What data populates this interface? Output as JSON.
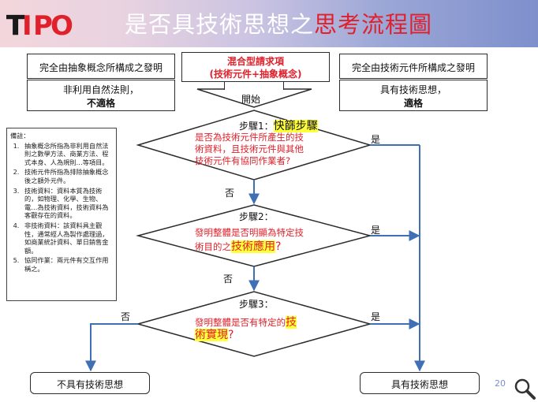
{
  "header": {
    "logo_text": "TIPO",
    "title_main": "是否具技術思想之",
    "title_highlight": "思考流程圖"
  },
  "top_boxes": {
    "left_title": "完全由抽象概念所構成之發明",
    "left_line1": "非利用自然法則，",
    "left_line2": "不適格",
    "center_line1": "混合型請求項",
    "center_line2": "(技術元件+抽象概念)",
    "right_title": "完全由技術元件所構成之發明",
    "right_line1": "具有技術思想，",
    "right_line2": "適格"
  },
  "start_label": "開始",
  "steps": [
    {
      "label": "步驟1：",
      "tag": "快篩步驟",
      "question": [
        "是否為技術元件所產生的技",
        "術資料，且技術元件與其他",
        "技術元件有協同作業者?"
      ]
    },
    {
      "label": "步驟2：",
      "question_plain": [
        "發明整體是否明顯為特定技",
        "術目的之"
      ],
      "question_tag": "技術應用",
      "question_end": "?"
    },
    {
      "label": "步驟3：",
      "question_plain": [
        "發明整體是否有特定的"
      ],
      "question_tag_1": "技",
      "question_tag_2": "術實現",
      "question_end": "?"
    }
  ],
  "branch_labels": {
    "yes": "是",
    "no": "否"
  },
  "results": {
    "no_tech": "不具有技術思想",
    "has_tech": "具有技術思想"
  },
  "notes": {
    "title": "備註：",
    "items": [
      "抽象概念所指為非利用自然法則之數學方法、商業方法、程式本身、人為規則…等項目。",
      "技術元件所指為排除抽象概念後之額外元件。",
      "技術資料：資料本質為技術的，如物理、化學、生物、電…為技術資料，技術資料為客觀存在的資料。",
      "非技術資料：該資料具主觀性，通常經人為製作處理過，如商業統計資料、單日銷售金額。",
      "協同作業：兩元件有交互作用稱之。"
    ]
  },
  "page_number": "20",
  "colors": {
    "accent_red": "#e0202a",
    "arrow_blue": "#3f6fb5",
    "highlight_yellow": "#ffff3a"
  }
}
